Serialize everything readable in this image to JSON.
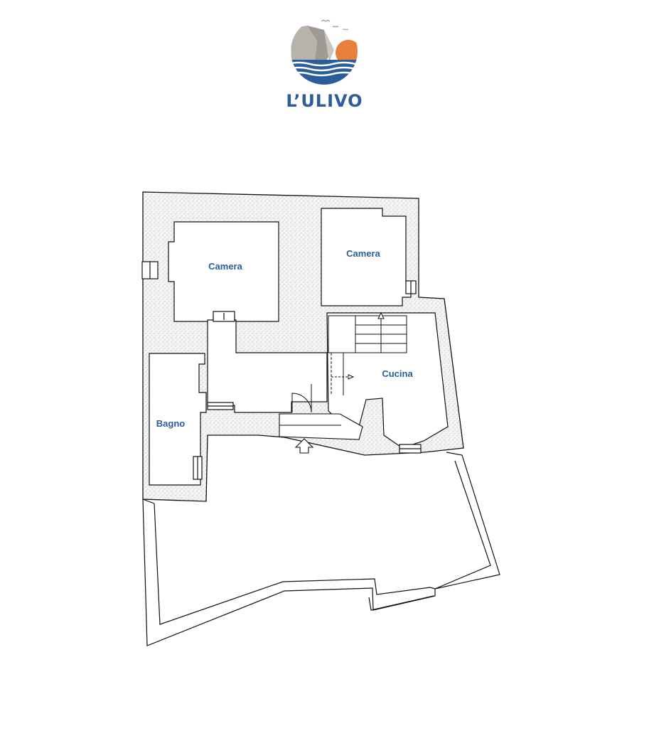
{
  "brand": {
    "name": "L’ULIVO",
    "colors": {
      "blue": "#2a5d9a",
      "orange": "#e8803a",
      "grey": "#b7b2ac"
    }
  },
  "plan": {
    "rooms": [
      {
        "id": "camera-1",
        "label": "Camera"
      },
      {
        "id": "camera-2",
        "label": "Camera"
      },
      {
        "id": "cucina",
        "label": "Cucina"
      },
      {
        "id": "bagno",
        "label": "Bagno"
      }
    ]
  }
}
